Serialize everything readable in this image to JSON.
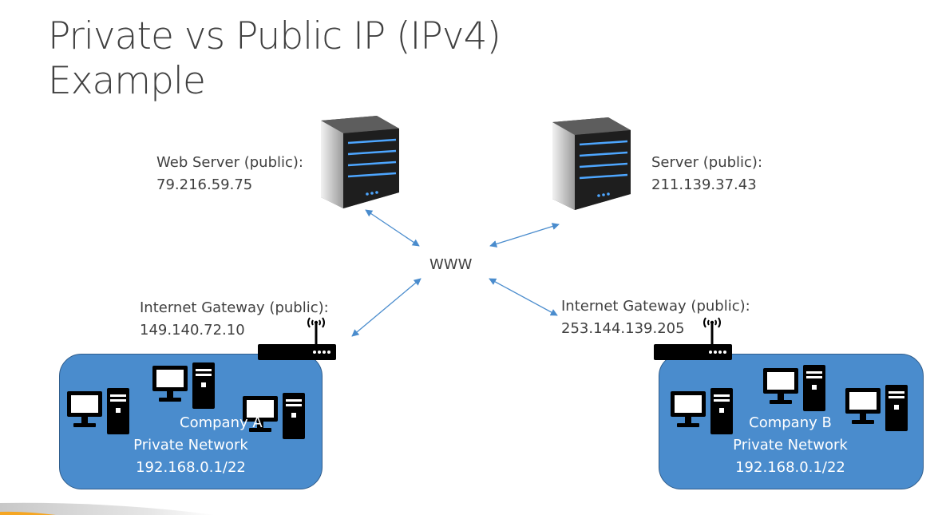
{
  "slide": {
    "title_line1": "Private vs Public IP (IPv4)",
    "title_line2": "Example"
  },
  "web_server": {
    "label": "Web Server (public):",
    "ip": "79.216.59.75",
    "icon": "server-tower-icon"
  },
  "server": {
    "label": "Server (public):",
    "ip": "211.139.37.43",
    "icon": "server-tower-icon"
  },
  "www": {
    "label": "WWW"
  },
  "gateway_a": {
    "label": "Internet Gateway (public):",
    "ip": "149.140.72.10",
    "icon": "wireless-router-icon"
  },
  "gateway_b": {
    "label": "Internet Gateway (public):",
    "ip": "253.144.139.205",
    "icon": "wireless-router-icon"
  },
  "company_a": {
    "name": "Company A",
    "network": "Private Network",
    "cidr": "192.168.0.1/22",
    "icon": "desktop-computer-icon"
  },
  "company_b": {
    "name": "Company B",
    "network": "Private Network",
    "cidr": "192.168.0.1/22",
    "icon": "desktop-computer-icon"
  },
  "colors": {
    "network_fill": "#4a8ccd",
    "arrow": "#4a8ccd",
    "text": "#404040",
    "accent": "#f5a623"
  }
}
